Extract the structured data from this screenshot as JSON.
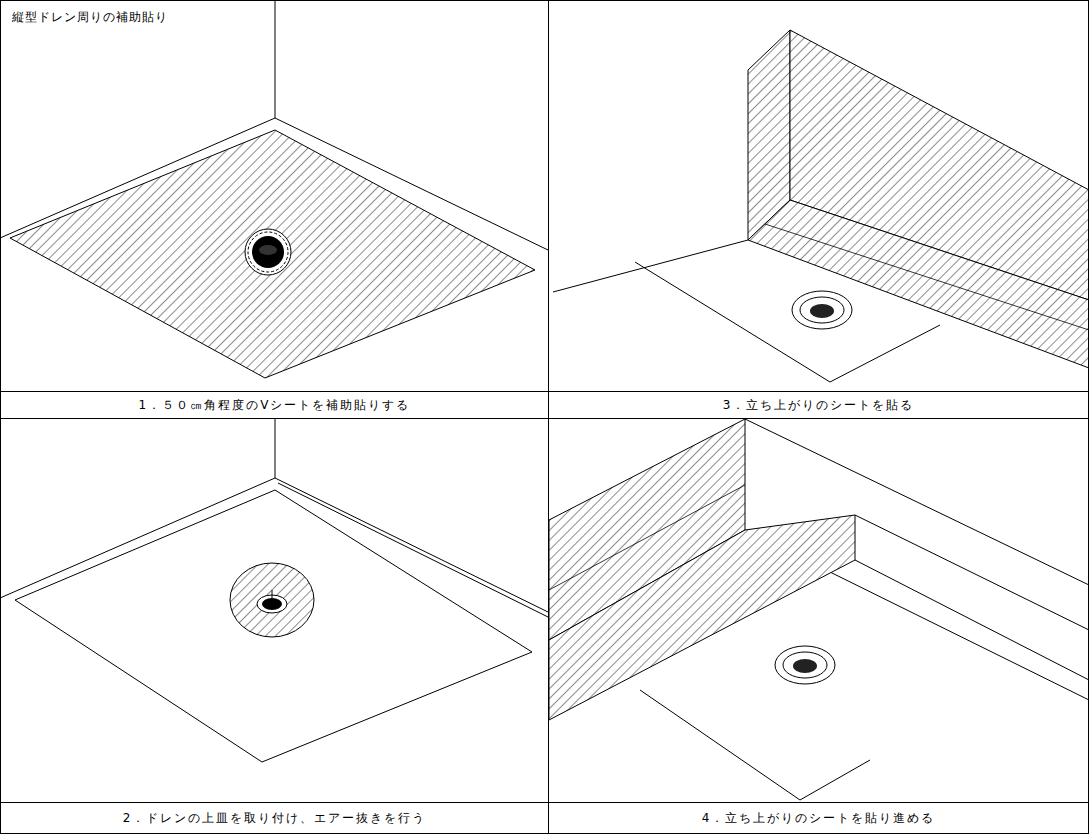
{
  "diagram": {
    "title": "縦型ドレン周りの補助貼り",
    "nodes": [
      {
        "text": [
          "1．５０㎝角程度のVシートを補助貼りする"
        ]
      },
      {
        "text": [
          "3．立ち上がりのシートを貼る"
        ]
      },
      {
        "text": [
          "2．ドレンの上皿を取り付け、エアー抜きを行う"
        ]
      },
      {
        "text": [
          "4．立ち上がりのシートを貼り進める"
        ]
      }
    ]
  }
}
